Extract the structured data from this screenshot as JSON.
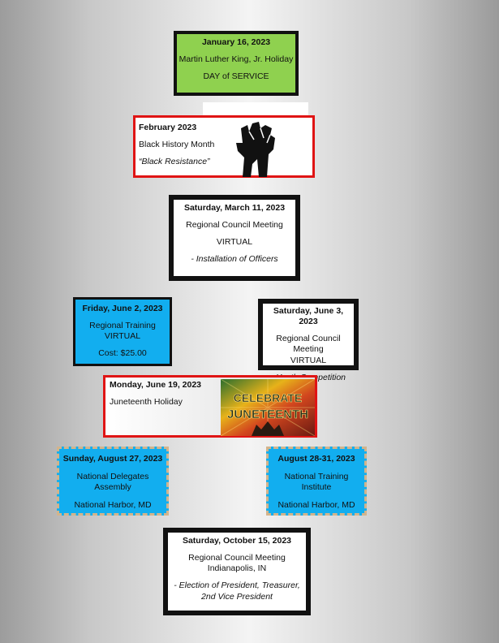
{
  "mlk": {
    "date": "January 16, 2023",
    "title": "Martin Luther King, Jr. Holiday",
    "subtitle": "DAY of SERVICE",
    "color": "#8fd14f"
  },
  "black_history": {
    "date": "February 2023",
    "title": "Black History Month",
    "theme": "“Black Resistance”",
    "image": "raised-fist-icon"
  },
  "march": {
    "date": "Saturday, March 11, 2023",
    "title": "Regional Council Meeting",
    "mode": "VIRTUAL",
    "note": "- Installation of Officers"
  },
  "june2": {
    "date": "Friday, June 2, 2023",
    "title": "Regional Training",
    "mode": "VIRTUAL",
    "cost": "Cost:  $25.00",
    "color": "#12aeef"
  },
  "june3": {
    "date": "Saturday, June 3, 2023",
    "title": "Regional Council Meeting",
    "mode": "VIRTUAL",
    "note": "- Youth Competition"
  },
  "juneteenth": {
    "date": "Monday, June 19, 2023",
    "title": "Juneteenth Holiday",
    "image_text_1": "CELEBRATE",
    "image_text_2": "JUNETEENTH"
  },
  "aug27": {
    "date": "Sunday, August 27, 2023",
    "title": "National Delegates Assembly",
    "location": "National Harbor, MD"
  },
  "aug28": {
    "date": "August 28-31, 2023",
    "title": "National Training Institute",
    "location": "National Harbor, MD"
  },
  "october": {
    "date": "Saturday, October 15, 2023",
    "title": "Regional Council Meeting",
    "location": "Indianapolis, IN",
    "note": "- Election of President, Treasurer, 2nd Vice President"
  }
}
